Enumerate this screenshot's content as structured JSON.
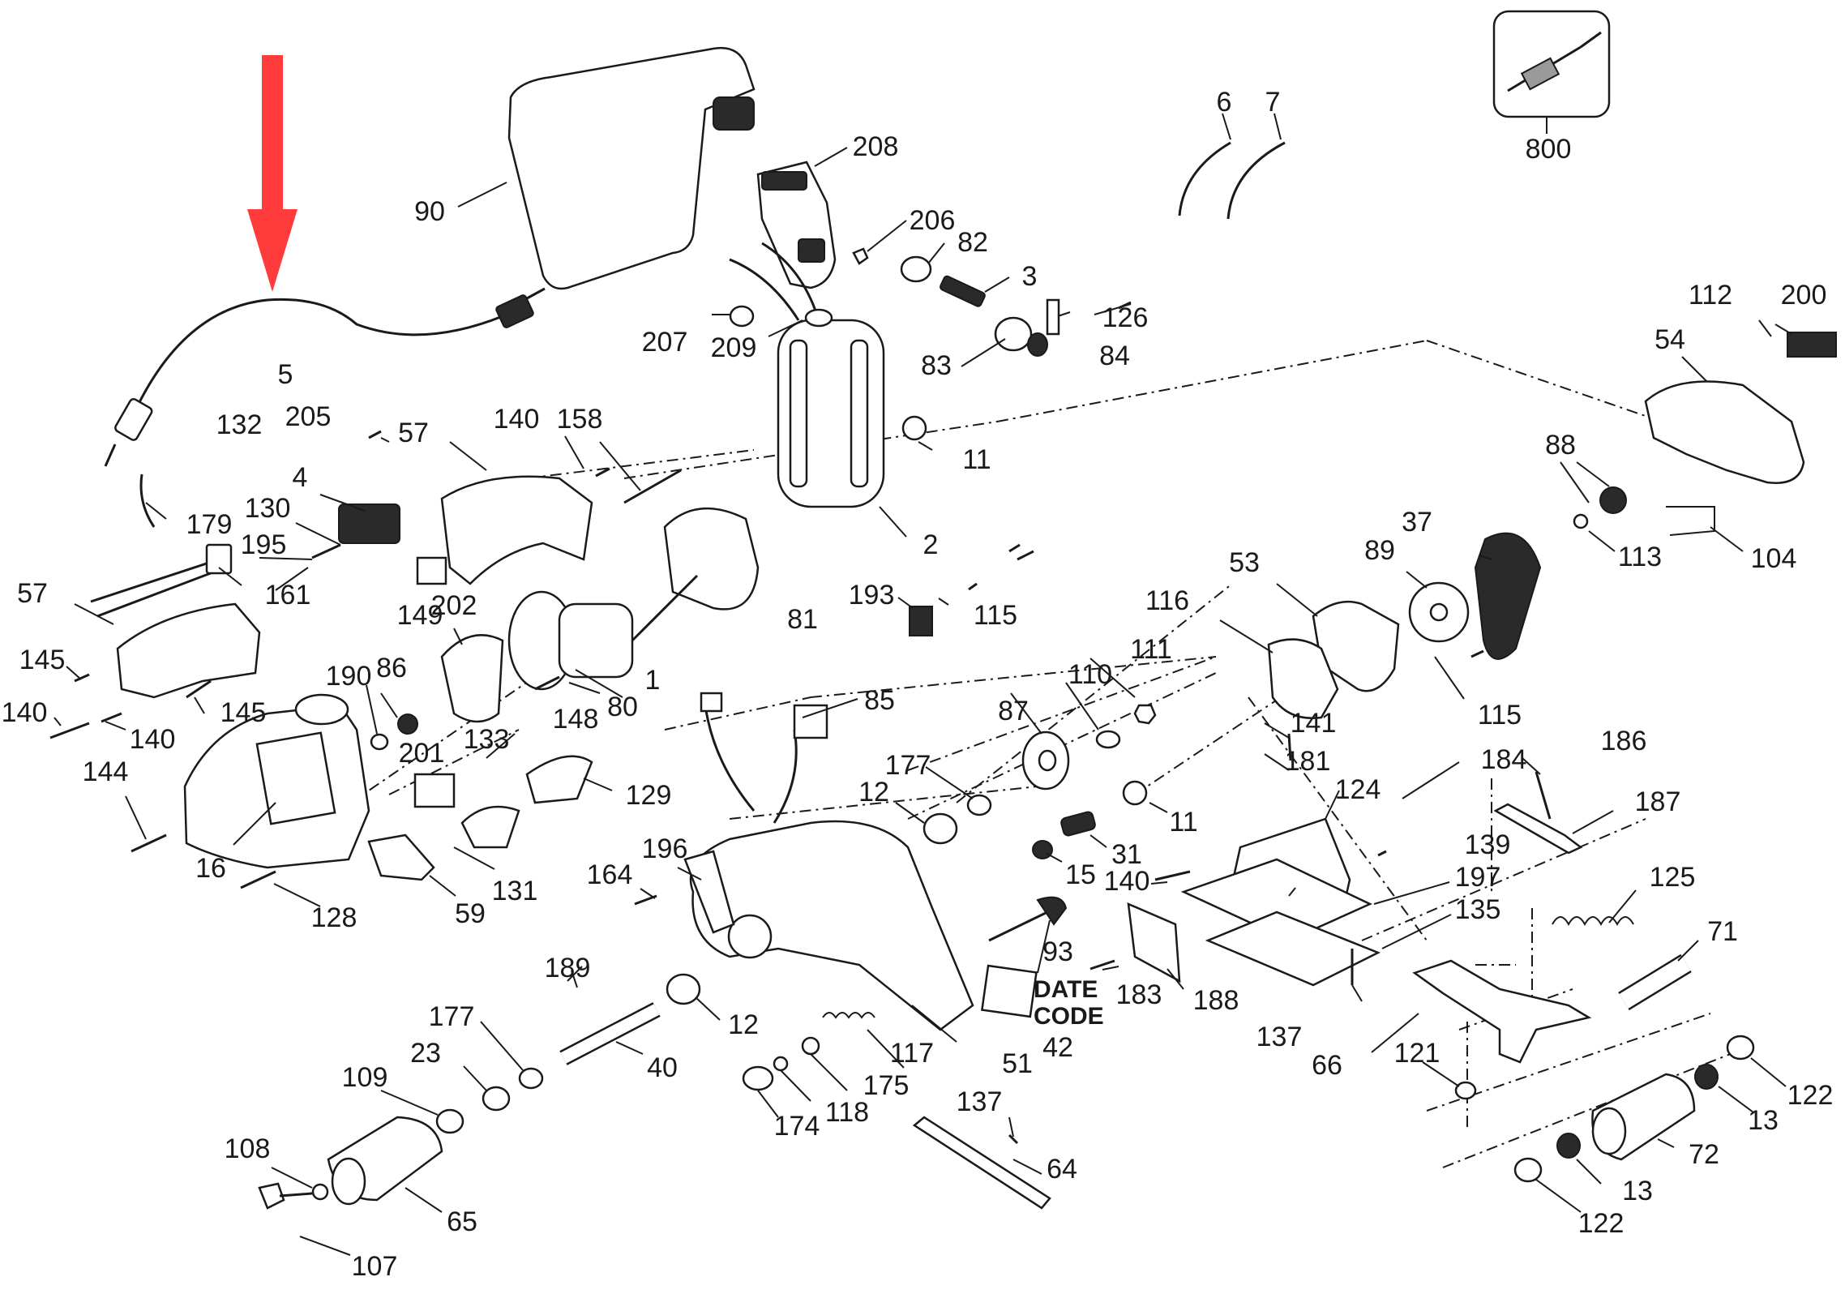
{
  "labels": {
    "l2": "2",
    "l3": "3",
    "l4": "4",
    "l5": "5",
    "l6": "6",
    "l7": "7",
    "l11a": "11",
    "l11b": "11",
    "l12a": "12",
    "l12b": "12",
    "l13a": "13",
    "l13b": "13",
    "l15": "15",
    "l16": "16",
    "l23": "23",
    "l31": "31",
    "l37": "37",
    "l40": "40",
    "l42": "42",
    "l51": "51",
    "l53": "53",
    "l54": "54",
    "l57a": "57",
    "l57b": "57",
    "l59": "59",
    "l64": "64",
    "l65": "65",
    "l66": "66",
    "l71": "71",
    "l72": "72",
    "l80": "80",
    "l81": "81",
    "l82": "82",
    "l83": "83",
    "l84": "84",
    "l85": "85",
    "l86": "86",
    "l87": "87",
    "l88": "88",
    "l89": "89",
    "l90": "90",
    "l93": "93",
    "l104": "104",
    "l107": "107",
    "l108": "108",
    "l109": "109",
    "l110": "110",
    "l111": "111",
    "l112": "112",
    "l113": "113",
    "l115a": "115",
    "l115b": "115",
    "l116": "116",
    "l117": "117",
    "l118": "118",
    "l121": "121",
    "l122a": "122",
    "l122b": "122",
    "l124": "124",
    "l125": "125",
    "l126": "126",
    "l128": "128",
    "l129": "129",
    "l130": "130",
    "l131": "131",
    "l132": "132",
    "l133": "133",
    "l135": "135",
    "l137a": "137",
    "l137b": "137",
    "l139": "139",
    "l140a": "140",
    "l140b": "140",
    "l140c": "140",
    "l140d": "140",
    "l141": "141",
    "l144": "144",
    "l145a": "145",
    "l145b": "145",
    "l148": "148",
    "l149": "149",
    "l158": "158",
    "l161": "161",
    "l164": "164",
    "l174": "174",
    "l175": "175",
    "l177a": "177",
    "l177b": "177",
    "l179": "179",
    "l181": "181",
    "l183": "183",
    "l184": "184",
    "l186": "186",
    "l187": "187",
    "l188": "188",
    "l189": "189",
    "l190": "190",
    "l193": "193",
    "l195": "195",
    "l196": "196",
    "l197": "197",
    "l200": "200",
    "l201": "201",
    "l202": "202",
    "l205": "205",
    "l206": "206",
    "l207": "207",
    "l208": "208",
    "l209": "209",
    "l800": "800"
  },
  "date_code": {
    "line1": "DATE",
    "line2": "CODE"
  },
  "colors": {
    "arrow": "#ff3b3b",
    "ink": "#1a1a1a",
    "background": "#ffffff"
  }
}
